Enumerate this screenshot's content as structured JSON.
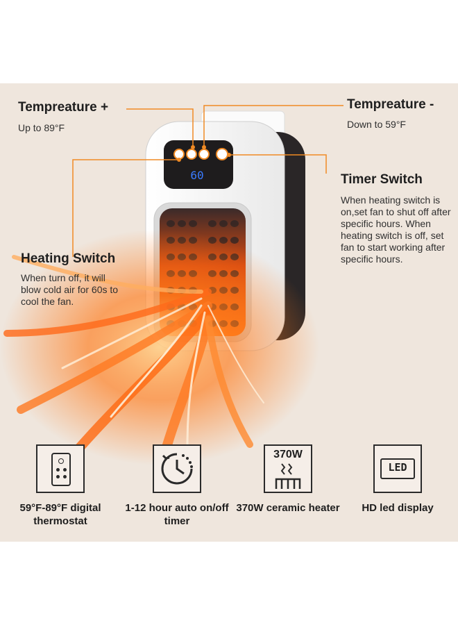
{
  "callouts": {
    "temp_plus": {
      "title": "Tempreature +",
      "sub": "Up to 89°F"
    },
    "temp_minus": {
      "title": "Tempreature -",
      "sub": "Down to 59°F"
    },
    "timer": {
      "title": "Timer Switch",
      "sub": "When heating switch is on,set fan to shut off after specific hours. When heating switch is off, set fan to start working after specific hours."
    },
    "heating": {
      "title": "Heating Switch",
      "sub": "When turn off, it will blow cold air for 60s to cool the fan."
    }
  },
  "device": {
    "display_value": "60"
  },
  "features": [
    {
      "icon": "thermostat-remote-icon",
      "caption": "59°F-89°F digital thermostat"
    },
    {
      "icon": "timer-clock-icon",
      "caption": "1-12 hour auto on/off timer"
    },
    {
      "icon": "ceramic-heater-icon",
      "caption": "370W ceramic heater",
      "badge": "370W"
    },
    {
      "icon": "led-display-icon",
      "caption": "HD led display",
      "badge": "LED"
    }
  ],
  "colors": {
    "accent": "#f08a24",
    "background": "#efe6dd",
    "heat": "#ff5a10"
  }
}
